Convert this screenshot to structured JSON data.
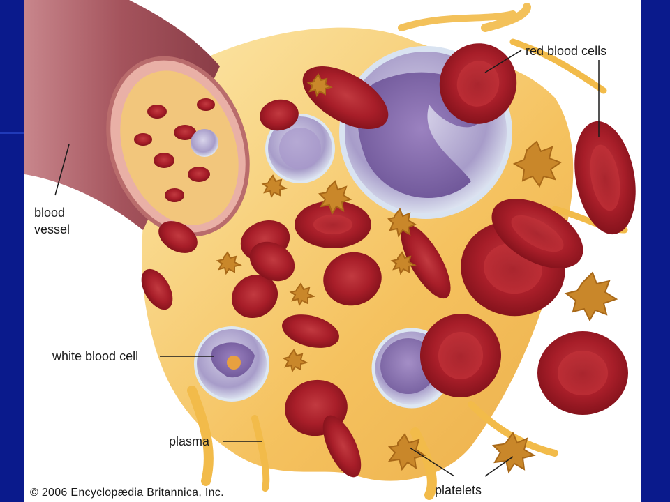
{
  "labels": {
    "red_blood_cells": "red blood cells",
    "blood": "blood",
    "vessel": "vessel",
    "white_blood_cell": "white blood cell",
    "plasma": "plasma",
    "platelets": "platelets"
  },
  "copyright": "© 2006 Encyclopædia Britannica, Inc.",
  "colors": {
    "frame": "#0a1a8c",
    "rbc": "#b3202a",
    "rbc_center": "#c8363c",
    "plasma": "#f6c35a",
    "vessel": "#9a4a55",
    "wbc": "#8f7fb8",
    "platelet": "#c9872a"
  }
}
